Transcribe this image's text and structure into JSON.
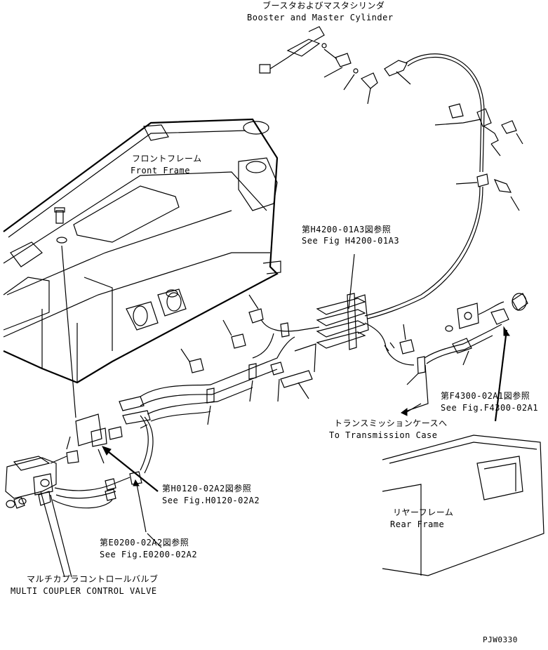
{
  "labels": {
    "booster_jp": "ブースタおよびマスタシリンダ",
    "booster_en": "Booster and Master Cylinder",
    "front_frame_jp": "フロントフレーム",
    "front_frame_en": "Front Frame",
    "ref_h4200_jp": "第H4200-01A3図参照",
    "ref_h4200_en": "See Fig H4200-01A3",
    "ref_f4300_jp": "第F4300-02A1図参照",
    "ref_f4300_en": "See Fig.F4300-02A1",
    "trans_case_jp": "トランスミッションケースへ",
    "trans_case_en": "To Transmission Case",
    "rear_frame_jp": "リヤーフレーム",
    "rear_frame_en": "Rear Frame",
    "ref_h0120_jp": "第H0120-02A2図参照",
    "ref_h0120_en": "See Fig.H0120-02A2",
    "ref_e0200_jp": "第E0200-02A2図参照",
    "ref_e0200_en": "See Fig.E0200-02A2",
    "multi_coupler_jp": "マルチカプラコントロールバルブ",
    "multi_coupler_en": "MULTI COUPLER CONTROL VALVE",
    "drawing_code": "PJW0330"
  }
}
